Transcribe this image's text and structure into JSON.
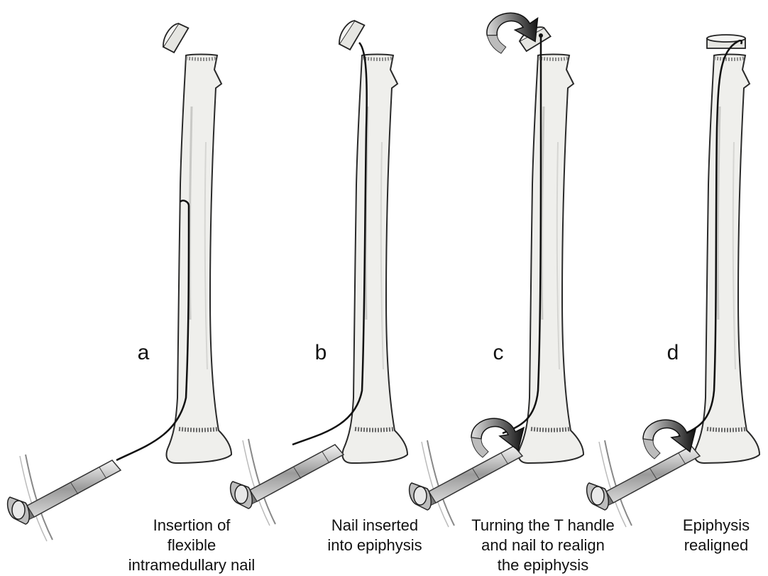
{
  "panels": [
    {
      "letter": "a",
      "caption": [
        "Insertion of",
        "flexible",
        "intramedullary nail"
      ]
    },
    {
      "letter": "b",
      "caption": [
        "Nail inserted",
        "into epiphysis"
      ]
    },
    {
      "letter": "c",
      "caption": [
        "Turning the T handle",
        "and nail to realign",
        "the epiphysis"
      ]
    },
    {
      "letter": "d",
      "caption": [
        "Epiphysis",
        "realigned"
      ]
    }
  ],
  "colors": {
    "bone_fill": "#efefec",
    "bone_outline": "#2a2a2a",
    "nail": "#111111",
    "arrow": "#1a1a1a",
    "instrument": "#8a8a8a"
  },
  "icons": [
    "bone-illustration",
    "epiphysis-fragment",
    "flexible-nail",
    "t-handle-inserter",
    "rotation-arrow-icon"
  ]
}
